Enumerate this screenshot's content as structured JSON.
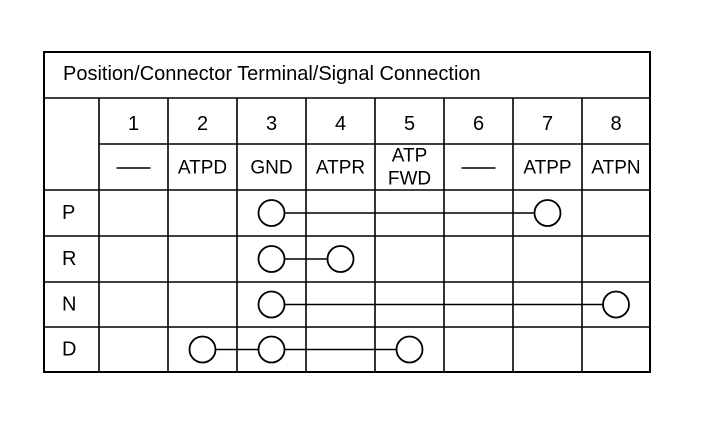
{
  "title": "Position/Connector Terminal/Signal Connection",
  "terminals": [
    "1",
    "2",
    "3",
    "4",
    "5",
    "6",
    "7",
    "8"
  ],
  "signals": [
    [
      "—"
    ],
    [
      "ATPD"
    ],
    [
      "GND"
    ],
    [
      "ATPR"
    ],
    [
      "ATP",
      "FWD"
    ],
    [
      "—"
    ],
    [
      "ATPP"
    ],
    [
      "ATPN"
    ]
  ],
  "positions": [
    {
      "label": "P",
      "connected": [
        3,
        7
      ]
    },
    {
      "label": "R",
      "connected": [
        3,
        4
      ]
    },
    {
      "label": "N",
      "connected": [
        3,
        8
      ]
    },
    {
      "label": "D",
      "connected": [
        2,
        3,
        5
      ]
    }
  ],
  "colors": {
    "line": "#000000",
    "background": "#ffffff"
  }
}
